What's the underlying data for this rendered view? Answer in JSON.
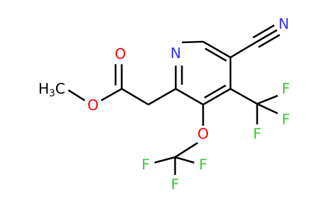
{
  "colors": {
    "carbon": "#000000",
    "nitrogen": "#3333ff",
    "oxygen": "#ff0000",
    "fluorine": "#33cc33",
    "background": "#ffffff"
  },
  "atoms": {
    "n_ring": "N",
    "n_nitrile": "N",
    "o_carbonyl": "O",
    "o_ester": "O",
    "o_ether": "O",
    "methyl_main": "H",
    "methyl_c": "C",
    "methyl_sub": "3",
    "f1": "F",
    "f2": "F",
    "f3": "F",
    "f4": "F",
    "f5": "F",
    "f6": "F"
  }
}
